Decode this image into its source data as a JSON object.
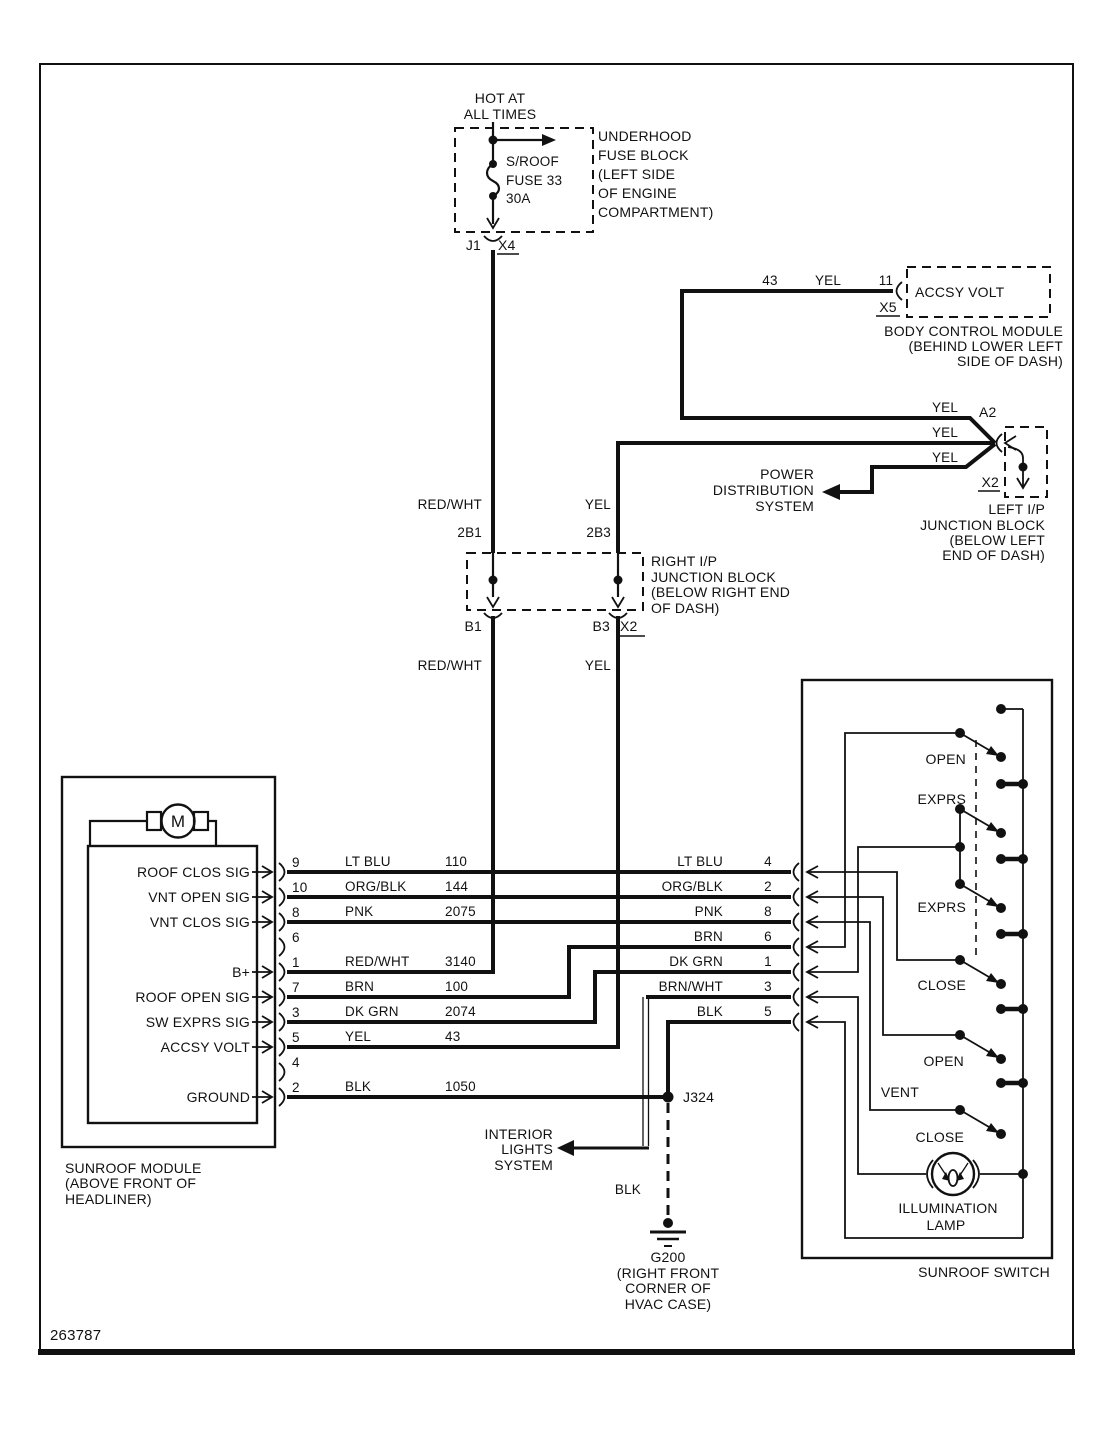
{
  "page": {
    "drawing_number": "263787"
  },
  "fuse_circuit": {
    "hot": [
      "HOT AT",
      "ALL TIMES"
    ],
    "fuse": [
      "S/ROOF",
      "FUSE 33",
      "30A"
    ],
    "block": [
      "UNDERHOOD",
      "FUSE BLOCK",
      "(LEFT SIDE",
      "OF ENGINE",
      "COMPARTMENT)"
    ],
    "pin": "J1",
    "connector": "X4"
  },
  "bcm": {
    "circuit": "43",
    "color": "YEL",
    "pin": "11",
    "connector": "X5",
    "terminal": "ACCSY VOLT",
    "name": [
      "BODY CONTROL MODULE",
      "(BEHIND LOWER LEFT",
      "SIDE OF DASH)"
    ]
  },
  "left_ip": {
    "wires": [
      "YEL",
      "YEL",
      "YEL"
    ],
    "pin": "A2",
    "connector": "X2",
    "name": [
      "LEFT I/P",
      "JUNCTION BLOCK",
      "(BELOW LEFT",
      "END OF DASH)"
    ],
    "power_dist": [
      "POWER",
      "DISTRIBUTION",
      "SYSTEM"
    ]
  },
  "right_ip": {
    "above": {
      "left_color": "RED/WHT",
      "left_pin": "2B1",
      "right_color": "YEL",
      "right_pin": "2B3"
    },
    "below": {
      "left_pin": "B1",
      "right_pin": "B3",
      "connector": "X2",
      "left_color": "RED/WHT",
      "right_color": "YEL"
    },
    "name": [
      "RIGHT I/P",
      "JUNCTION BLOCK",
      "(BELOW RIGHT END",
      "OF DASH)"
    ]
  },
  "module": {
    "name": [
      "SUNROOF MODULE",
      "(ABOVE FRONT OF",
      "HEADLINER)"
    ],
    "motor": "M",
    "rows": [
      {
        "label": "ROOF CLOS SIG",
        "pin": "9",
        "color": "LT BLU",
        "circuit": "110"
      },
      {
        "label": "VNT OPEN SIG",
        "pin": "10",
        "color": "ORG/BLK",
        "circuit": "144"
      },
      {
        "label": "VNT CLOS SIG",
        "pin": "8",
        "color": "PNK",
        "circuit": "2075"
      },
      {
        "label": "",
        "pin": "6",
        "color": "",
        "circuit": ""
      },
      {
        "label": "B+",
        "pin": "1",
        "color": "RED/WHT",
        "circuit": "3140"
      },
      {
        "label": "ROOF OPEN SIG",
        "pin": "7",
        "color": "BRN",
        "circuit": "100"
      },
      {
        "label": "SW EXPRS SIG",
        "pin": "3",
        "color": "DK GRN",
        "circuit": "2074"
      },
      {
        "label": "ACCSY VOLT",
        "pin": "5",
        "color": "YEL",
        "circuit": "43"
      },
      {
        "label": "",
        "pin": "4",
        "color": "",
        "circuit": ""
      },
      {
        "label": "GROUND",
        "pin": "2",
        "color": "BLK",
        "circuit": "1050"
      }
    ]
  },
  "switch": {
    "name": "SUNROOF SWITCH",
    "rows": [
      {
        "color": "LT BLU",
        "pin": "4"
      },
      {
        "color": "ORG/BLK",
        "pin": "2"
      },
      {
        "color": "PNK",
        "pin": "8"
      },
      {
        "color": "BRN",
        "pin": "6"
      },
      {
        "color": "DK GRN",
        "pin": "1"
      },
      {
        "color": "BRN/WHT",
        "pin": "3"
      },
      {
        "color": "BLK",
        "pin": "5"
      }
    ],
    "positions": [
      "OPEN",
      "EXPRS",
      "EXPRS",
      "CLOSE",
      "OPEN",
      "VENT",
      "CLOSE"
    ],
    "lamp": [
      "ILLUMINATION",
      "LAMP"
    ]
  },
  "ground": {
    "splice": "J324",
    "interior_lights": [
      "INTERIOR",
      "LIGHTS",
      "SYSTEM"
    ],
    "wire": "BLK",
    "name": [
      "G200",
      "(RIGHT FRONT",
      "CORNER OF",
      "HVAC CASE)"
    ]
  }
}
